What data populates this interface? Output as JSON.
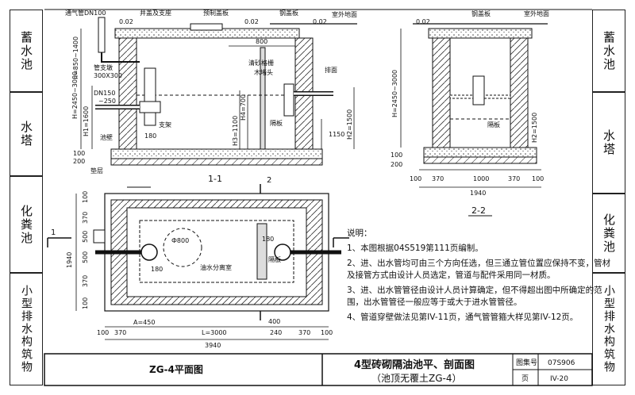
{
  "left_tabs": [
    "蓄水池",
    "水塔",
    "化粪池",
    "小型排水构筑物"
  ],
  "right_tabs": [
    "蓄水池",
    "水塔",
    "化粪池",
    "小型排水构筑物"
  ],
  "section_1_1": {
    "title": "1-1",
    "labels": {
      "vent": "通气管DN100",
      "manhole": "井盖及支座",
      "plate": "预制盖板",
      "rebar": "钢盖板",
      "ground": "室外地面",
      "support": "管支墩",
      "support_size": "300X300",
      "pipe": "DN150",
      "pipe_range": "~250",
      "clean": "清砂格栅",
      "outlet_cap": "木堵头",
      "outlet": "排面",
      "bracket": "支架",
      "pool_wall": "池壁",
      "partition": "隔板",
      "cushion": "垫层",
      "d_800": "800",
      "d_002a": "0.02",
      "d_002b": "0.02",
      "d_002c": "0.02",
      "h_range": "H=2450~3000",
      "h1": "H1=1600",
      "h3": "H3=1100",
      "h4": "H4=700",
      "h2": "H2=1500",
      "h_1150": "1150",
      "h_850": "h=850~1400",
      "d_180": "180",
      "d_100": "100",
      "d_200": "200"
    }
  },
  "section_2_2": {
    "title": "2-2",
    "labels": {
      "rebar": "钢盖板",
      "ground": "室外地面",
      "partition": "隔板",
      "d_002": "0.02",
      "h_range": "H=2450~3000",
      "h2": "H2=1500",
      "w_100a": "100",
      "w_370a": "370",
      "w_1000": "1000",
      "w_370b": "370",
      "w_100b": "100",
      "w_total": "1940",
      "h_100": "100",
      "h_200": "200"
    }
  },
  "plan": {
    "title": "ZG-4平面图",
    "labels": {
      "sec": "1",
      "sec2": "2",
      "room": "油水分离室",
      "partition": "隔板",
      "dia": "Ф800",
      "d_180a": "180",
      "d_180b": "180",
      "a": "A=450",
      "l": "L=3000",
      "w_3940": "3940",
      "w_370a": "370",
      "w_370b": "370",
      "w_100a": "100",
      "w_100b": "100",
      "w_400": "400",
      "w_240": "240",
      "h_1940": "1940",
      "h_100a": "100",
      "h_370a": "370",
      "h_500": "500",
      "h_370b": "370",
      "h_100b": "100",
      "h_500b": "500"
    }
  },
  "notes": {
    "heading": "说明：",
    "items": [
      "1、本图根据04S519第111页编制。",
      "2、进、出水管均可由三个方向任选，但三通立管位置应保持不变，管材及接管方式由设计人员选定，管道与配件采用同一材质。",
      "3、进、出水管管径由设计人员计算确定，但不得超出图中所确定的范围，出水管管径一般应等于或大于进水管管径。",
      "4、管道穿壁做法见第IV-11页，通气管管箍大样见第IV-12页。"
    ]
  },
  "title_block": {
    "title_line1": "4型砖砌隔油池平、剖面图",
    "title_line2": "（池顶无覆土ZG-4）",
    "atlas_label": "图集号",
    "atlas_no": "07S906",
    "page_label": "页",
    "page_no": "IV-20"
  }
}
